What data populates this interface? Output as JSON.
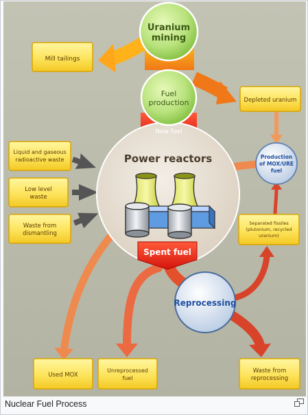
{
  "caption": "Nuclear Fuel Process",
  "nodes": {
    "uranium_mining": [
      "Uranium",
      "mining"
    ],
    "fuel_production": [
      "Fuel",
      "production"
    ],
    "new_fuel": "New fuel",
    "mill_tailings": "Mill tailings",
    "depleted_uranium": "Depleted uranium",
    "liquid_gaseous_waste": [
      "Liquid and gaseous",
      "radioactive waste"
    ],
    "low_level_waste": [
      "Low level",
      "waste"
    ],
    "waste_dismantling": [
      "Waste from",
      "dismantling"
    ],
    "power_reactors": "Power reactors",
    "production_mox_ure": [
      "Production",
      "of MOX/URE",
      "fuel"
    ],
    "separated_fissiles": [
      "Separated fissiles",
      "(plutonium, recycled",
      "uranium)"
    ],
    "spent_fuel": "Spent fuel",
    "reprocessing": "Reprocessing",
    "used_mox": "Used MOX",
    "unreprocessed_fuel": [
      "Unreprocessed",
      "fuel"
    ],
    "waste_reprocessing": [
      "Waste from",
      "reprocessing"
    ]
  },
  "icons": [
    "cooling-towers-icon",
    "waste-drum-icon",
    "magnify-icon"
  ],
  "colors": {
    "background": "#b8b8a8",
    "box_fill": "#fde86a",
    "box_border": "#d8a400",
    "circle_green": "#a8dc64",
    "circle_blue": "#dfe8f4",
    "arrow_orange": "#f07c1a",
    "arrow_red": "#e0401e",
    "arrow_gray": "#555555",
    "spent_fuel_red": "#e8221a",
    "reprocessing_text": "#1f4fa0"
  }
}
